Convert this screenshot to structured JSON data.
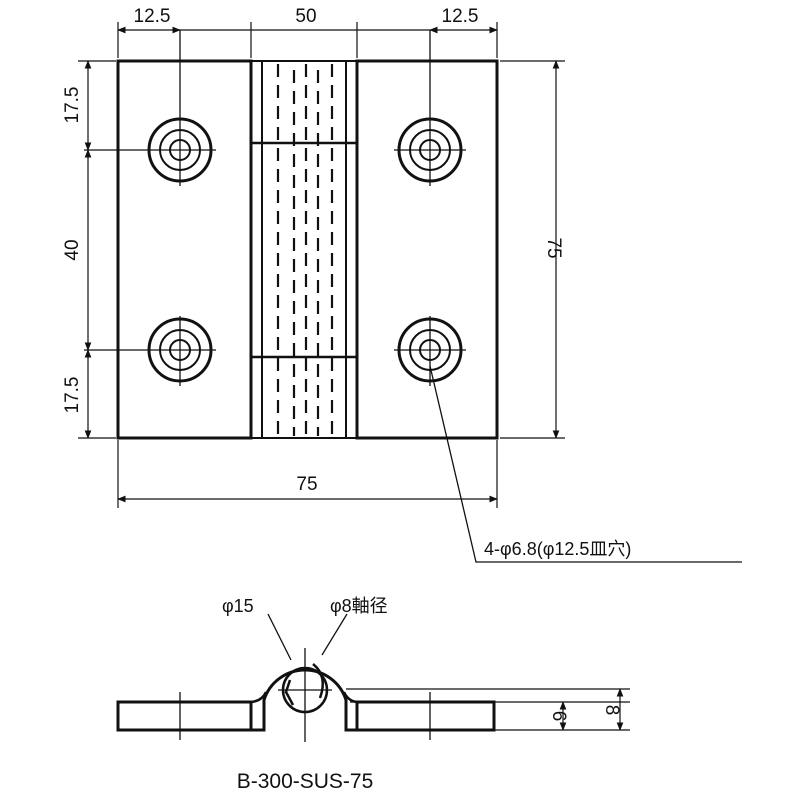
{
  "dimensions": {
    "top_left": "12.5",
    "top_center": "50",
    "top_right": "12.5",
    "left_top": "17.5",
    "left_middle": "40",
    "left_bottom": "17.5",
    "right_height": "75",
    "bottom_width": "75"
  },
  "hole_note": "4-φ6.8(φ12.5皿穴)",
  "side_view": {
    "knuckle_diameter": "φ15",
    "pin_diameter": "φ8軸径",
    "leaf_thickness": "6",
    "total_thickness": "8"
  },
  "model": "B-300-SUS-75"
}
